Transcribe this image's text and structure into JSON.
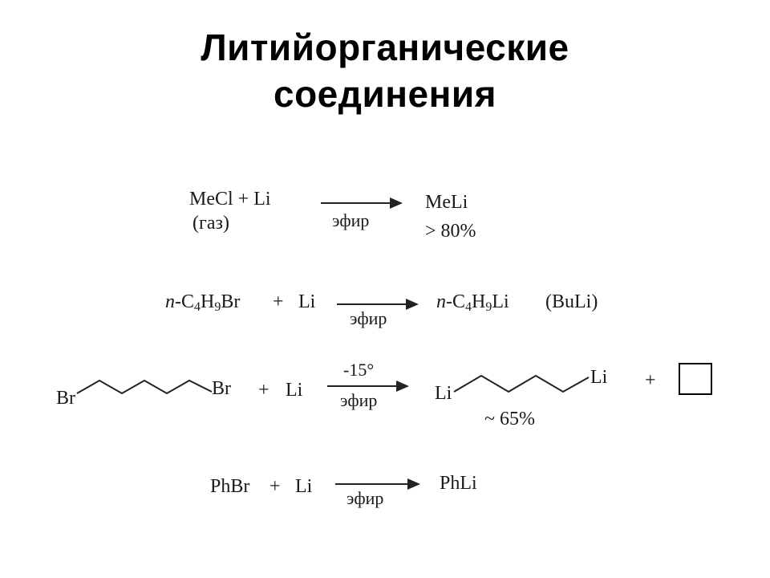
{
  "title": {
    "line1": "Литийорганические",
    "line2": "соединения"
  },
  "reaction1": {
    "reactants": "MeCl + Li",
    "reactant_state": "(газ)",
    "condition": "эфир",
    "product": "MeLi",
    "yield": "> 80%"
  },
  "reaction2": {
    "reactant_prefix": "n",
    "reactant_formula": "-C4H9Br",
    "plus": "+",
    "reagent": "Li",
    "condition": "эфир",
    "product_prefix": "n",
    "product_formula": "-C4H9Li",
    "product_name": "(BuLi)"
  },
  "reaction3": {
    "reactant_left_atom": "Br",
    "reactant_right_atom": "Br",
    "plus": "+",
    "reagent": "Li",
    "temperature": "-15°",
    "condition": "эфир",
    "product_left_atom": "Li",
    "product_right_atom": "Li",
    "yield": "~ 65%",
    "plus2": "+"
  },
  "reaction4": {
    "reactant": "PhBr",
    "plus": "+",
    "reagent": "Li",
    "condition": "эфир",
    "product": "PhLi"
  }
}
